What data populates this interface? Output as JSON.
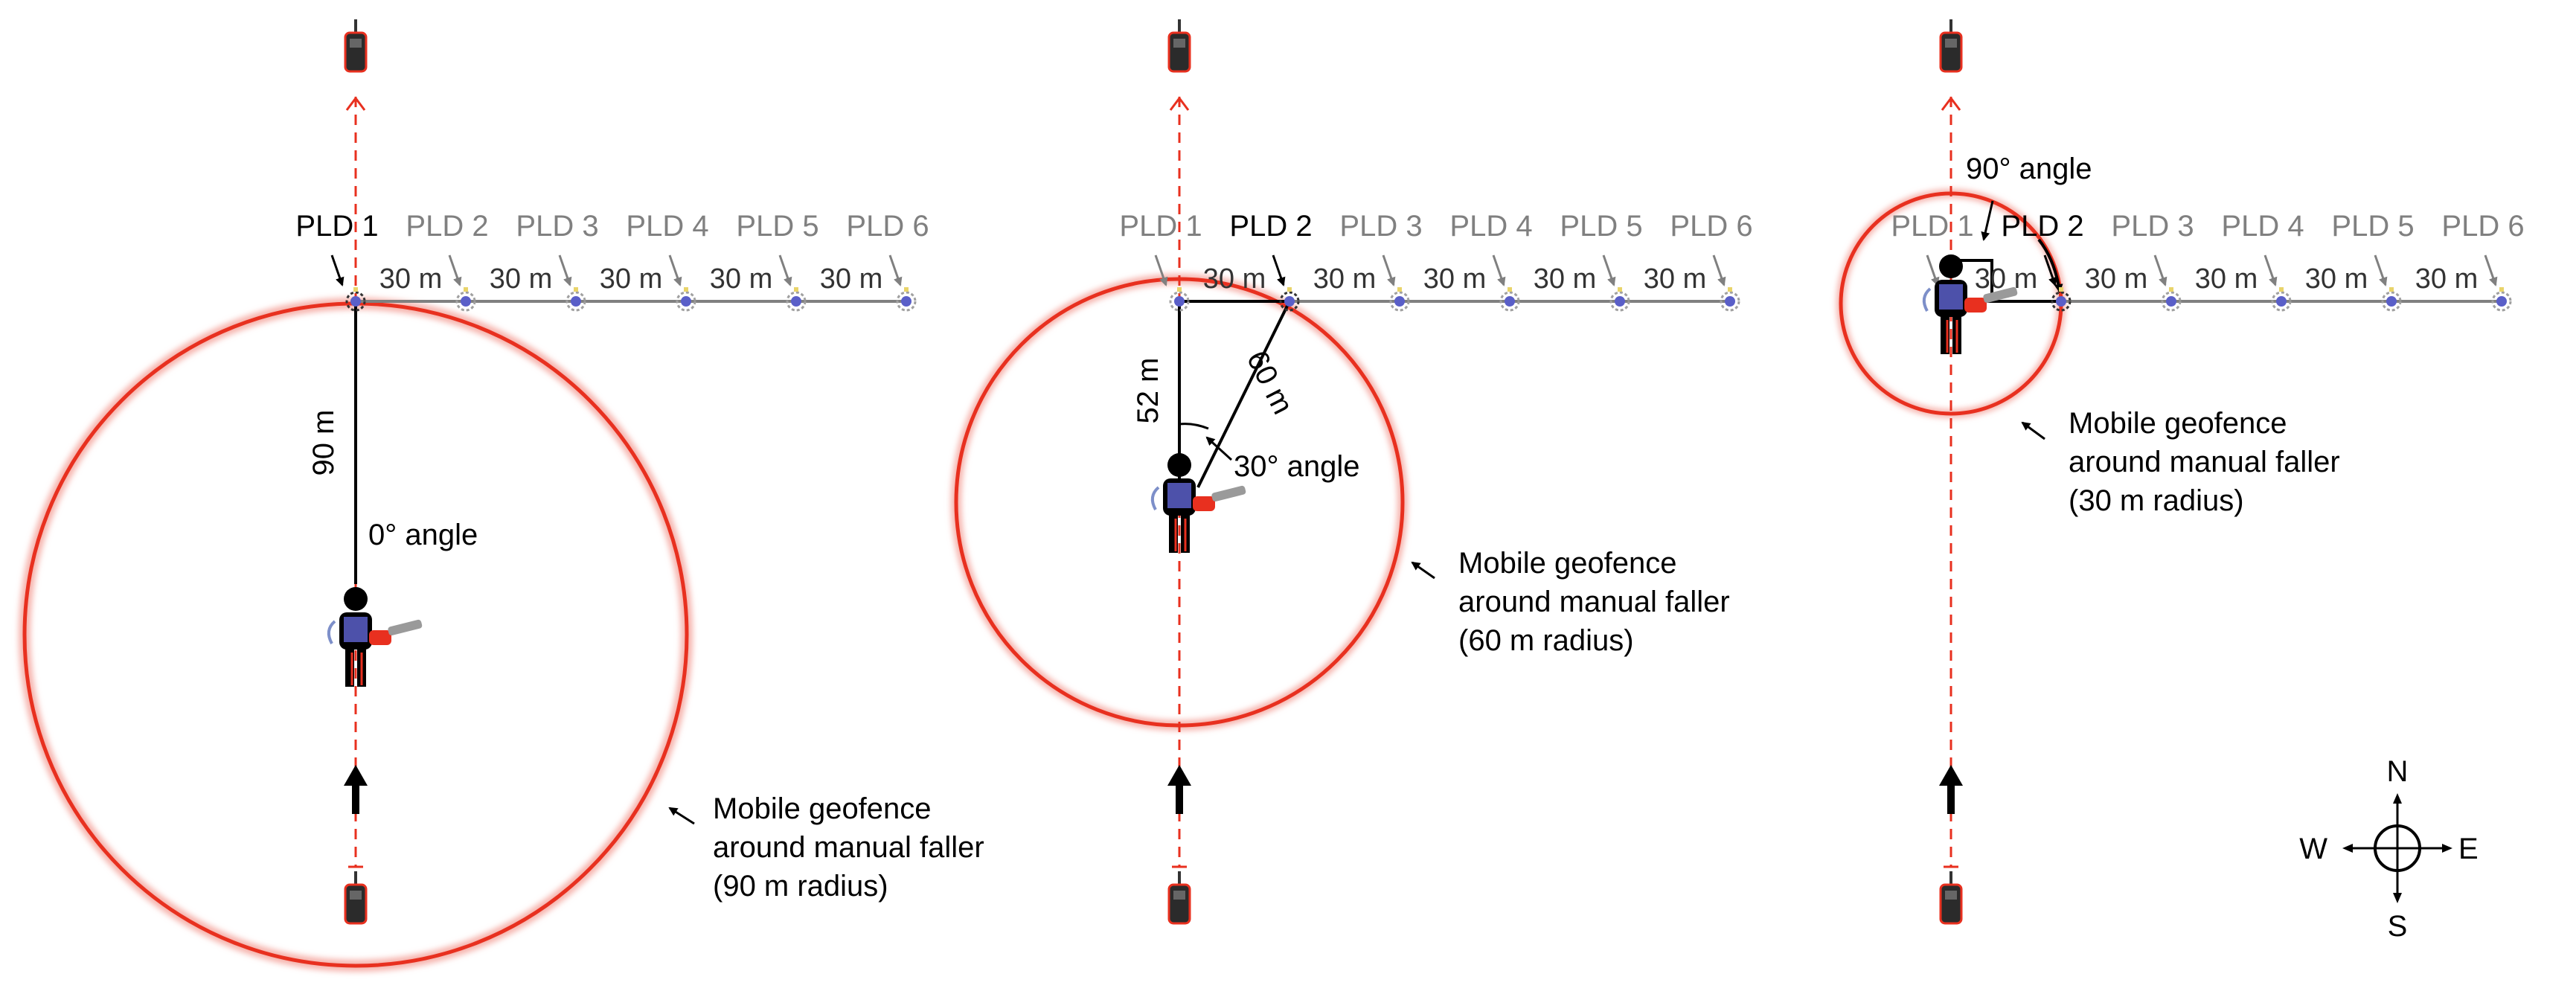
{
  "colors": {
    "geofence": "#e8301f",
    "trail": "#e8301f",
    "inactive": "#808080",
    "active": "#000000",
    "pld_body": "#5a5fc8"
  },
  "icons": {
    "radio": "handheld-radio-icon",
    "faller": "manual-faller-with-chainsaw-icon",
    "pld": "proximity-locating-device-icon",
    "arrow": "direction-arrow-icon",
    "compass": "compass-rose-icon"
  },
  "compass": {
    "n": "N",
    "e": "E",
    "s": "S",
    "w": "W"
  },
  "panels": [
    {
      "id": "panel-1",
      "pld_labels": [
        "PLD 1",
        "PLD 2",
        "PLD 3",
        "PLD 4",
        "PLD 5",
        "PLD 6"
      ],
      "active_pld": 1,
      "spacing_labels": [
        "30 m",
        "30 m",
        "30 m",
        "30 m",
        "30 m"
      ],
      "distance_label": "90 m",
      "angle_label": "0° angle",
      "geofence_caption": [
        "Mobile geofence",
        "around manual faller",
        "(90 m radius)"
      ],
      "radius_m": 90
    },
    {
      "id": "panel-2",
      "pld_labels": [
        "PLD 1",
        "PLD 2",
        "PLD 3",
        "PLD 4",
        "PLD 5",
        "PLD 6"
      ],
      "active_pld": 2,
      "spacing_labels": [
        "30 m",
        "30 m",
        "30 m",
        "30 m",
        "30 m"
      ],
      "vertical_label": "52 m",
      "hyp_label": "60 m",
      "angle_label": "30° angle",
      "geofence_caption": [
        "Mobile geofence",
        "around manual faller",
        "(60 m radius)"
      ],
      "radius_m": 60
    },
    {
      "id": "panel-3",
      "pld_labels": [
        "PLD 1",
        "PLD 2",
        "PLD 3",
        "PLD 4",
        "PLD 5",
        "PLD 6"
      ],
      "active_pld": 2,
      "spacing_labels": [
        "30 m",
        "30 m",
        "30 m",
        "30 m",
        "30 m"
      ],
      "angle_label": "90° angle",
      "geofence_caption": [
        "Mobile geofence",
        "around manual faller",
        "(30 m radius)"
      ],
      "radius_m": 30
    }
  ]
}
